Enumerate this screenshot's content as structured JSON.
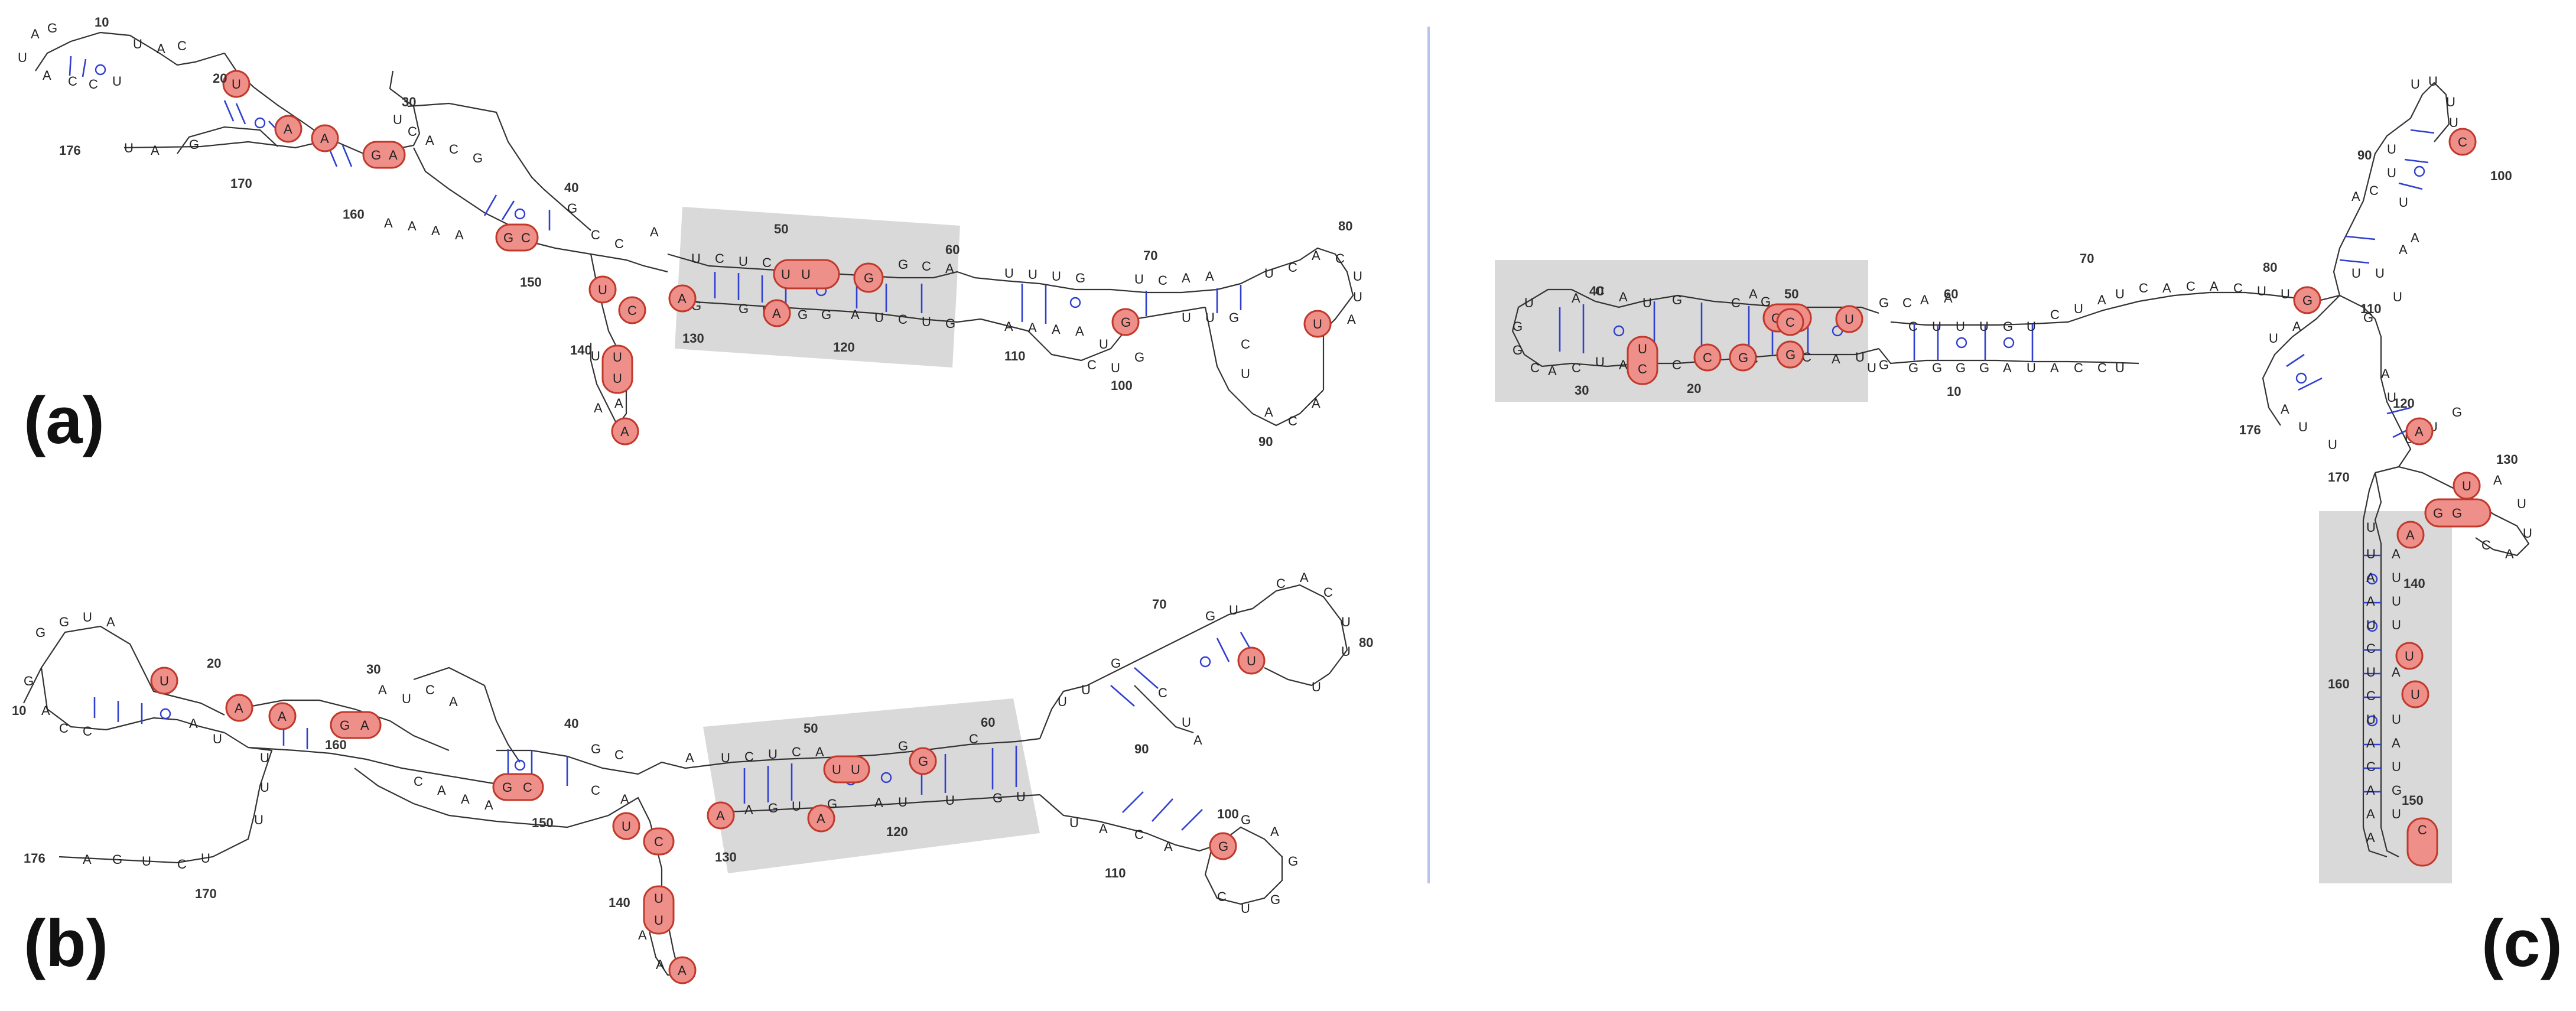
{
  "panels": [
    {
      "id": "a",
      "label": "(a)",
      "numbers": [
        "10",
        "20",
        "30",
        "40",
        "50",
        "60",
        "70",
        "80",
        "90",
        "100",
        "110",
        "120",
        "130",
        "140",
        "150",
        "160",
        "170",
        "176"
      ],
      "highlighted_nt": [
        "U",
        "A",
        "A",
        "G",
        "A",
        "G",
        "C",
        "U",
        "C",
        "U",
        "U",
        "A",
        "U",
        "U",
        "G",
        "A",
        "A",
        "G",
        "U",
        "A"
      ]
    },
    {
      "id": "b",
      "label": "(b)",
      "numbers": [
        "10",
        "20",
        "30",
        "40",
        "50",
        "60",
        "70",
        "80",
        "90",
        "100",
        "110",
        "120",
        "130",
        "140",
        "150",
        "160",
        "170",
        "176"
      ],
      "highlighted_nt": [
        "U",
        "A",
        "A",
        "G",
        "A",
        "G",
        "C",
        "U",
        "C",
        "U",
        "U",
        "A",
        "U",
        "U",
        "G",
        "A",
        "A",
        "G",
        "U",
        "A"
      ]
    },
    {
      "id": "c",
      "label": "(c)",
      "numbers": [
        "10",
        "20",
        "30",
        "40",
        "50",
        "60",
        "70",
        "80",
        "90",
        "100",
        "110",
        "120",
        "130",
        "140",
        "150",
        "160",
        "170",
        "176"
      ],
      "highlighted_nt": [
        "U",
        "C",
        "C",
        "G",
        "A",
        "G",
        "C",
        "U",
        "C",
        "G",
        "G",
        "C",
        "A",
        "U",
        "G",
        "G",
        "A",
        "U",
        "U",
        "C"
      ]
    }
  ]
}
